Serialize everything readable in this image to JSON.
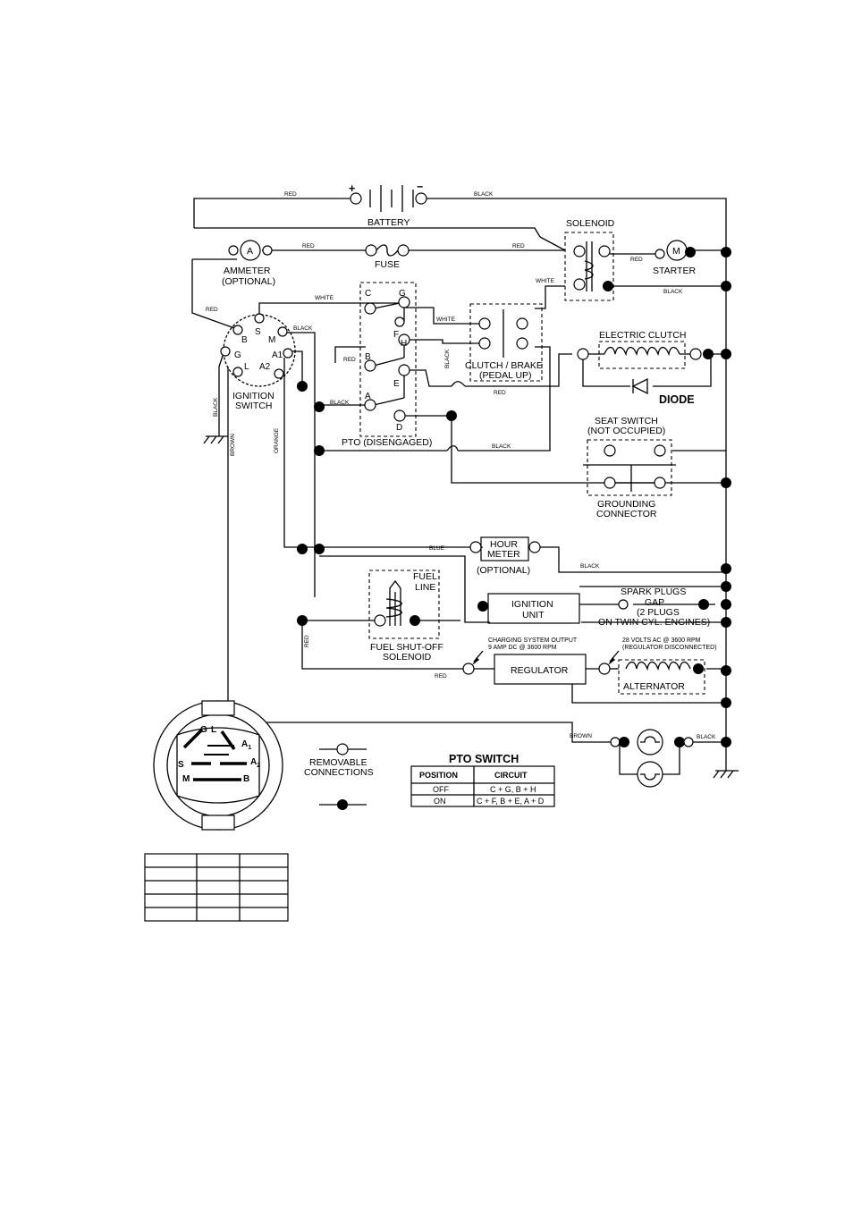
{
  "components": {
    "battery": "BATTERY",
    "battery_plus": "+",
    "battery_minus": "−",
    "solenoid": "SOLENOID",
    "ammeter": "AMMETER",
    "ammeter_sub": "(OPTIONAL)",
    "ammeter_symbol": "A",
    "fuse": "FUSE",
    "starter": "STARTER",
    "starter_symbol": "M",
    "electric_clutch": "ELECTRIC CLUTCH",
    "diode": "DIODE",
    "clutch_brake": "CLUTCH / BRAKE",
    "clutch_brake_sub": "(PEDAL UP)",
    "ignition_switch_1": "IGNITION",
    "ignition_switch_2": "SWITCH",
    "pto": "PTO (DISENGAGED)",
    "seat_switch": "SEAT SWITCH",
    "seat_switch_sub": "(NOT OCCUPIED)",
    "grounding_1": "GROUNDING",
    "grounding_2": "CONNECTOR",
    "hour_meter_1": "HOUR",
    "hour_meter_2": "METER",
    "hour_meter_sub": "(OPTIONAL)",
    "fuel_line_1": "FUEL",
    "fuel_line_2": "LINE",
    "ignition_unit_1": "IGNITION",
    "ignition_unit_2": "UNIT",
    "spark_plugs_1": "SPARK PLUGS",
    "spark_plugs_2": "GAP",
    "spark_plugs_3": "(2 PLUGS",
    "spark_plugs_4": "ON TWIN CYL. ENGINES)",
    "fuel_solenoid_1": "FUEL SHUT-OFF",
    "fuel_solenoid_2": "SOLENOID",
    "charging_1": "CHARGING SYSTEM OUTPUT",
    "charging_2": "9 AMP DC @ 3600 RPM",
    "regulator": "REGULATOR",
    "ac_1": "28 VOLTS AC @ 3600 RPM",
    "ac_2": "(REGULATOR DISCONNECTED)",
    "alternator": "ALTERNATOR"
  },
  "wires": {
    "red": "RED",
    "black": "BLACK",
    "white": "WHITE",
    "blue": "BLUE",
    "brown": "BROWN",
    "orange": "ORANGE"
  },
  "switch_pins": {
    "b": "B",
    "s": "S",
    "m": "M",
    "g": "G",
    "l": "L",
    "a1": "A1",
    "a2": "A2"
  },
  "pto_pins": {
    "c": "C",
    "g": "G",
    "f": "F",
    "h": "H",
    "b": "B",
    "e": "E",
    "a": "A",
    "d": "D"
  },
  "connector_pins": {
    "g": "G",
    "l": "L",
    "a1": "A",
    "a1_sub": "1",
    "s": "S",
    "a2": "A",
    "a2_sub": "2",
    "m": "M",
    "b": "B"
  },
  "legend": {
    "removable_1": "REMOVABLE",
    "removable_2": "CONNECTIONS"
  },
  "pto_table": {
    "title": "PTO SWITCH",
    "headers": [
      "POSITION",
      "CIRCUIT"
    ],
    "rows": [
      [
        "OFF",
        "C + G, B + H"
      ],
      [
        "ON",
        "C + F, B + E, A + D"
      ]
    ]
  }
}
